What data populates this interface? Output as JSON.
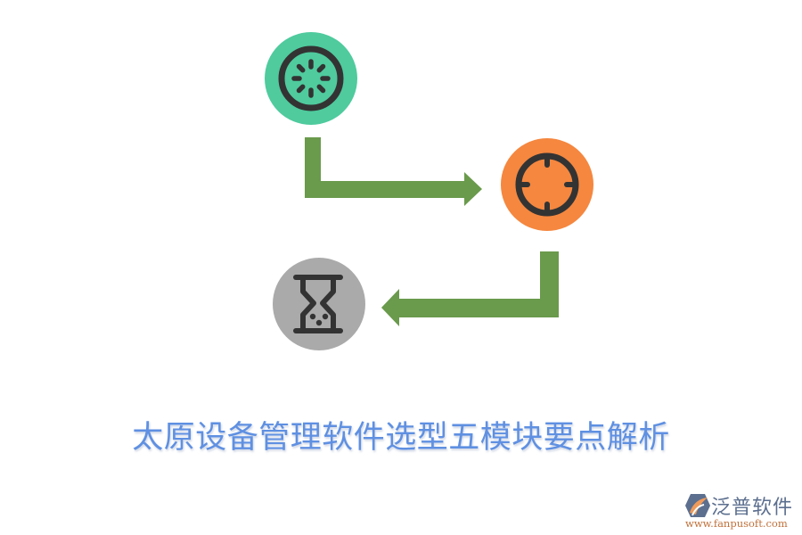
{
  "colors": {
    "background": "#ffffff",
    "node_1": "#4fcb9e",
    "node_2": "#f5873f",
    "node_3": "#aaaaaa",
    "icon_stroke": "#333333",
    "arrow": "#6a9a4c",
    "title": "#5f90e2",
    "logo_name": "#5c6f8f",
    "logo_url": "#c0713a"
  },
  "nodes": [
    {
      "id": "node-1",
      "icon": "loading-spinner-icon",
      "color": "#4fcb9e"
    },
    {
      "id": "node-2",
      "icon": "crosshair-target-icon",
      "color": "#f5873f"
    },
    {
      "id": "node-3",
      "icon": "hourglass-icon",
      "color": "#aaaaaa"
    }
  ],
  "arrows": [
    {
      "from": "node-1",
      "to": "node-2",
      "shape": "down-then-right"
    },
    {
      "from": "node-2",
      "to": "node-3",
      "shape": "down-then-left"
    }
  ],
  "title": "太原设备管理软件选型五模块要点解析",
  "logo": {
    "name": "泛普软件",
    "url": "www.fanpusoft.com"
  }
}
